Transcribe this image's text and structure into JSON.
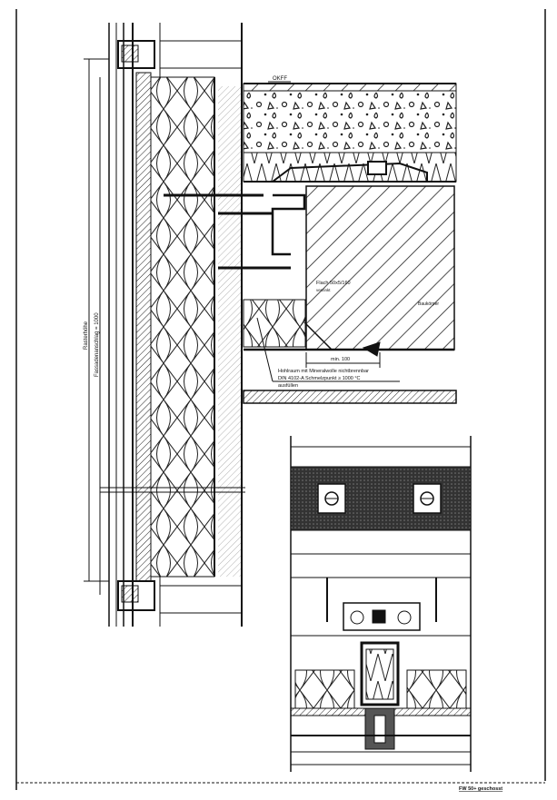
{
  "drawing": {
    "level_label": "OKFF",
    "flat_bar_label": "Flach 50x5/160",
    "flat_bar_note": "verzinkt",
    "structure_label": "Baukörper",
    "min_dimension": "min. 100",
    "cavity_note_line1": "Hohlraum mit Mineralwolle nichtbrennbar",
    "cavity_note_line2": "DIN 4102-A Schmelzpunkt ≥ 1000 °C",
    "cavity_note_line3": "ausfüllen",
    "grid_height_label": "Rasterhöhe",
    "facade_dimension_label": "Fassadenanschlag = 1000",
    "title_block": "FW 50+ geschosst"
  }
}
